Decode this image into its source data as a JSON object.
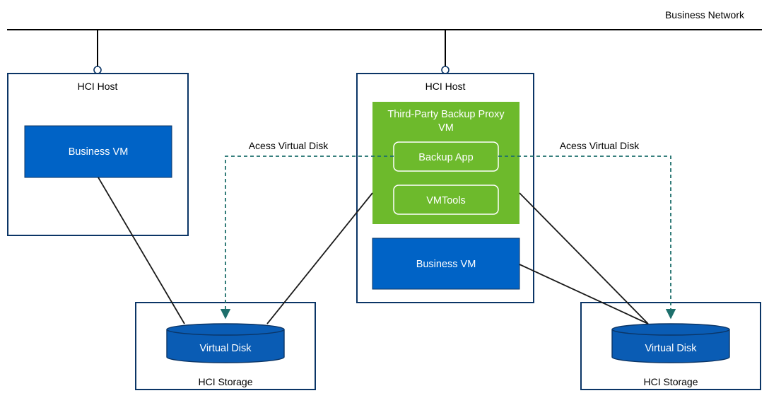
{
  "network": {
    "label": "Business Network"
  },
  "host_left": {
    "title": "HCI Host",
    "vm_label": "Business VM"
  },
  "host_center": {
    "title": "HCI Host",
    "proxy": {
      "title_line1": "Third-Party Backup Proxy",
      "title_line2": "VM",
      "backup_app": "Backup App",
      "vmtools": "VMTools"
    },
    "vm_label": "Business VM"
  },
  "storage_left": {
    "title": "HCI Storage",
    "disk_label": "Virtual Disk"
  },
  "storage_right": {
    "title": "HCI Storage",
    "disk_label": "Virtual Disk"
  },
  "access_left": {
    "label": "Acess Virtual Disk"
  },
  "access_right": {
    "label": "Acess Virtual Disk"
  },
  "colors": {
    "frame": "#0b3566",
    "vm_fill": "#0063c6",
    "disk_fill": "#0a5cb4",
    "proxy_fill": "#6dba2c",
    "dashed": "#1d6f6c",
    "line": "#1a1a1a"
  }
}
